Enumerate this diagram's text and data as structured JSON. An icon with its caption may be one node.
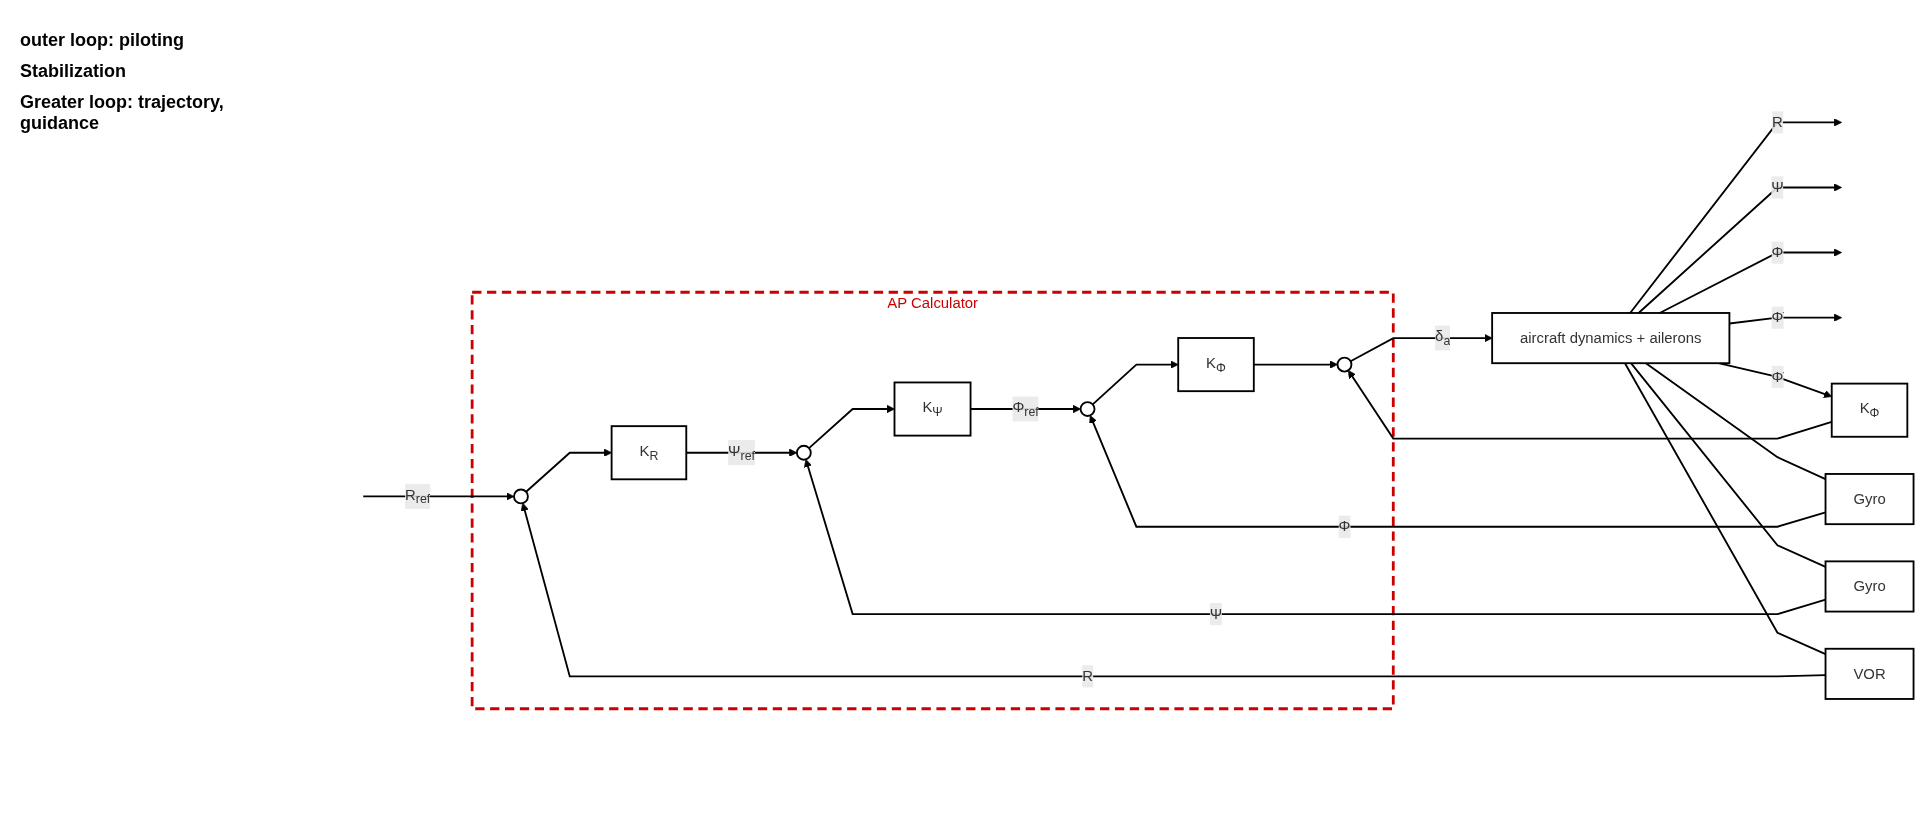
{
  "diagram": {
    "nodes": [
      {
        "text": [
          "AP Calculator"
        ]
      },
      {
        "text": [],
        "shape": "circle",
        "in": 0
      },
      {
        "text": [
          "K$_{R}$"
        ],
        "in": 0
      },
      {
        "text": [],
        "shape": "circle",
        "in": 0
      },
      {
        "text": [
          "K$_{Ψ}$"
        ],
        "in": 0
      },
      {
        "text": [],
        "shape": "circle",
        "in": 0
      },
      {
        "text": [
          "K$_{Φ}$"
        ],
        "in": 0
      },
      {
        "text": [],
        "shape": "circle",
        "in": 0
      },
      {
        "text": [
          "aircraft dynamics + ailerons"
        ]
      },
      {
        "text": [
          "K$_{Φ̇}$"
        ]
      },
      {
        "text": [
          "Gyro"
        ]
      },
      {
        "text": [
          "Gyro"
        ]
      },
      {
        "text": [
          "VOR"
        ]
      }
    ],
    "edges": [
      {
        "from": null,
        "to": 1,
        "arrow": "to",
        "label": "R$_{ref}$"
      },
      {
        "from": 1,
        "to": 2,
        "arrow": "to"
      },
      {
        "from": 2,
        "to": 3,
        "arrow": "to",
        "label": "Ψ$_{ref}$"
      },
      {
        "from": 3,
        "to": 4,
        "arrow": "to"
      },
      {
        "from": 4,
        "to": 5,
        "arrow": "to",
        "label": "Φ$_{ref}$"
      },
      {
        "from": 5,
        "to": 6,
        "arrow": "to"
      },
      {
        "from": 6,
        "to": 7,
        "arrow": "to"
      },
      {
        "from": 7,
        "to": 8,
        "arrow": "to",
        "label": "δ$_{a}$"
      },
      {
        "from": 8,
        "to": null,
        "arrow": "to",
        "label": "R"
      },
      {
        "from": 8,
        "to": null,
        "arrow": "to",
        "label": "Ψ"
      },
      {
        "from": 8,
        "to": null,
        "arrow": "to",
        "label": "Φ"
      },
      {
        "from": 8,
        "to": null,
        "arrow": "to",
        "label": "Φ̇"
      },
      {
        "from": 8,
        "to": 9,
        "arrow": "to",
        "label": "Φ̇"
      },
      {
        "from": 9,
        "to": 7,
        "arrow": "to"
      },
      {
        "from": 8,
        "to": 10,
        "arrow": "none"
      },
      {
        "from": 10,
        "to": 5,
        "arrow": "to",
        "label": "Φ"
      },
      {
        "from": 8,
        "to": 11,
        "arrow": "none"
      },
      {
        "from": 11,
        "to": 3,
        "arrow": "to",
        "label": "Ψ"
      },
      {
        "from": 8,
        "to": 12,
        "arrow": "none"
      },
      {
        "from": 12,
        "to": 1,
        "arrow": "to",
        "label": "R"
      }
    ],
    "labels": [
      "outer loop: piloting",
      "Stabilization",
      "Greater loop: trajectory, guidance"
    ]
  }
}
